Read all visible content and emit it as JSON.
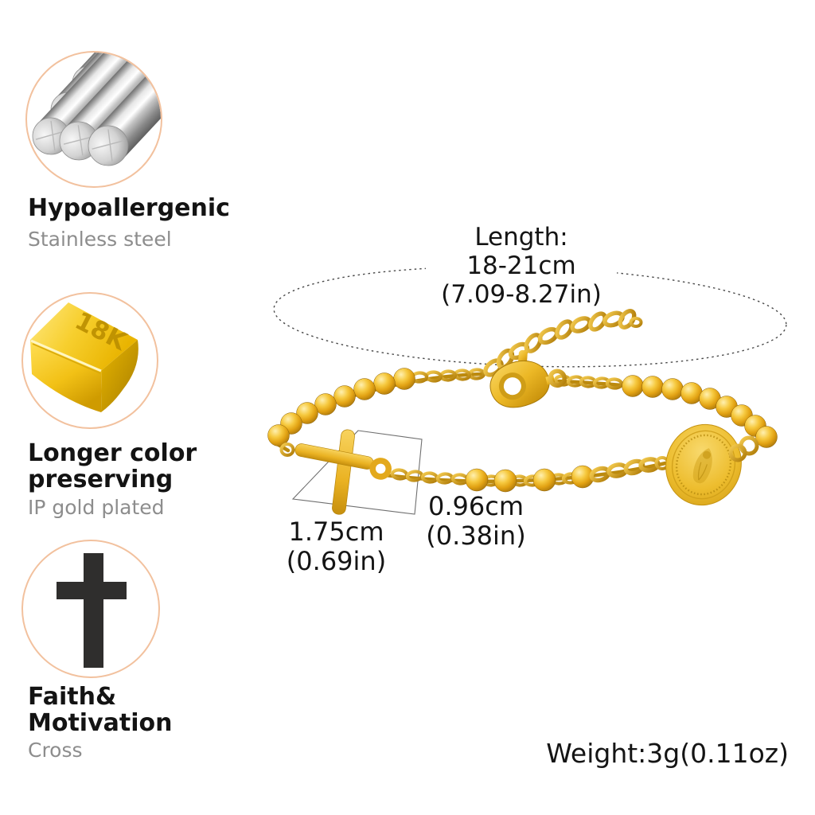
{
  "badges": [
    {
      "icon": "steel-rods-icon",
      "title_lines": [
        "Hypoallergenic"
      ],
      "subtitle": "Stainless steel"
    },
    {
      "icon": "gold-bar-icon",
      "bar_label": "18K",
      "title_lines": [
        "Longer color",
        "preserving"
      ],
      "subtitle": "IP gold plated"
    },
    {
      "icon": "cross-icon",
      "title_lines": [
        "Faith&",
        "Motivation"
      ],
      "subtitle": "Cross"
    }
  ],
  "annotations": {
    "length": {
      "lines": [
        "Length:",
        "18-21cm",
        "(7.09-8.27in)"
      ]
    },
    "cross_size": {
      "lines": [
        "1.75cm",
        "(0.69in)"
      ]
    },
    "bead_size": {
      "lines": [
        "0.96cm",
        "(0.38in)"
      ]
    },
    "weight": {
      "label": "Weight:3g(0.11oz)"
    }
  },
  "colors": {
    "gold": "#e8ab18",
    "gold_light": "#ffe9a0",
    "gold_dark": "#9a6c08",
    "circle_border": "#f2c19e",
    "title_text": "#131313",
    "subtitle_text": "#8d8d8d",
    "annotation_text": "#141414",
    "dash_line": "#4a4a4a",
    "badge_cross": "#2f2e2d",
    "background": "#ffffff"
  }
}
